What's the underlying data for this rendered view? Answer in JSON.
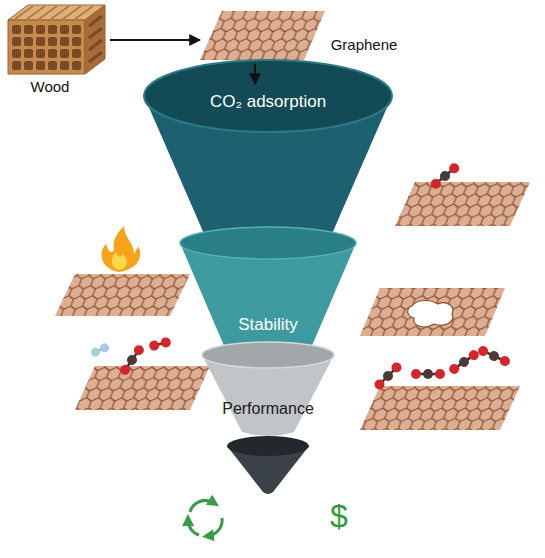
{
  "diagram": {
    "nodes": [
      {
        "text": [
          "Wood"
        ]
      },
      {
        "text": [
          "Graphene"
        ]
      },
      {
        "text": [
          "CO₂ adsorption"
        ]
      },
      {
        "text": [
          "Stability"
        ]
      },
      {
        "text": [
          "Performance"
        ]
      }
    ],
    "edges": [
      {
        "from": 0,
        "to": 1,
        "arrow": "to"
      },
      {
        "from": 1,
        "to": 2,
        "arrow": "to"
      }
    ],
    "labels": [
      "$"
    ]
  }
}
